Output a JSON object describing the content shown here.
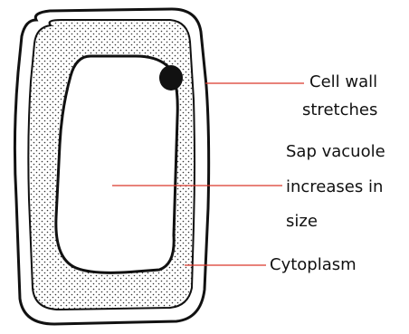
{
  "labels": {
    "cell_wall_line1": "Cell wall",
    "cell_wall_line2": "stretches",
    "vacuole_line1": "Sap vacuole",
    "vacuole_line2": "increases in",
    "vacuole_line3": "size",
    "cytoplasm": "Cytoplasm"
  },
  "colors": {
    "outline": "#111111",
    "leader_line": "#d9372a",
    "nucleus": "#111111",
    "stipple": "#333333"
  }
}
